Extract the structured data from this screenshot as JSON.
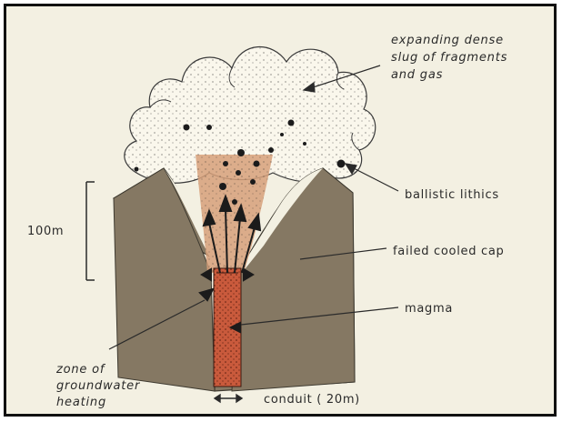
{
  "labels": {
    "slug_line1": "expanding dense",
    "slug_line2": "slug of fragments",
    "slug_line3": "and gas",
    "ballistic": "ballistic lithics",
    "scale": "100m",
    "cap": "failed cooled cap",
    "magma": "magma",
    "zone_line1": "zone of",
    "zone_line2": "groundwater",
    "zone_line3": "heating",
    "conduit": "conduit ( 20m)"
  },
  "colors": {
    "background": "#f3f0e2",
    "rock": "#857863",
    "magma": "#c95a3c",
    "plume": "#d6a07a",
    "ink": "#2a2a2a"
  }
}
